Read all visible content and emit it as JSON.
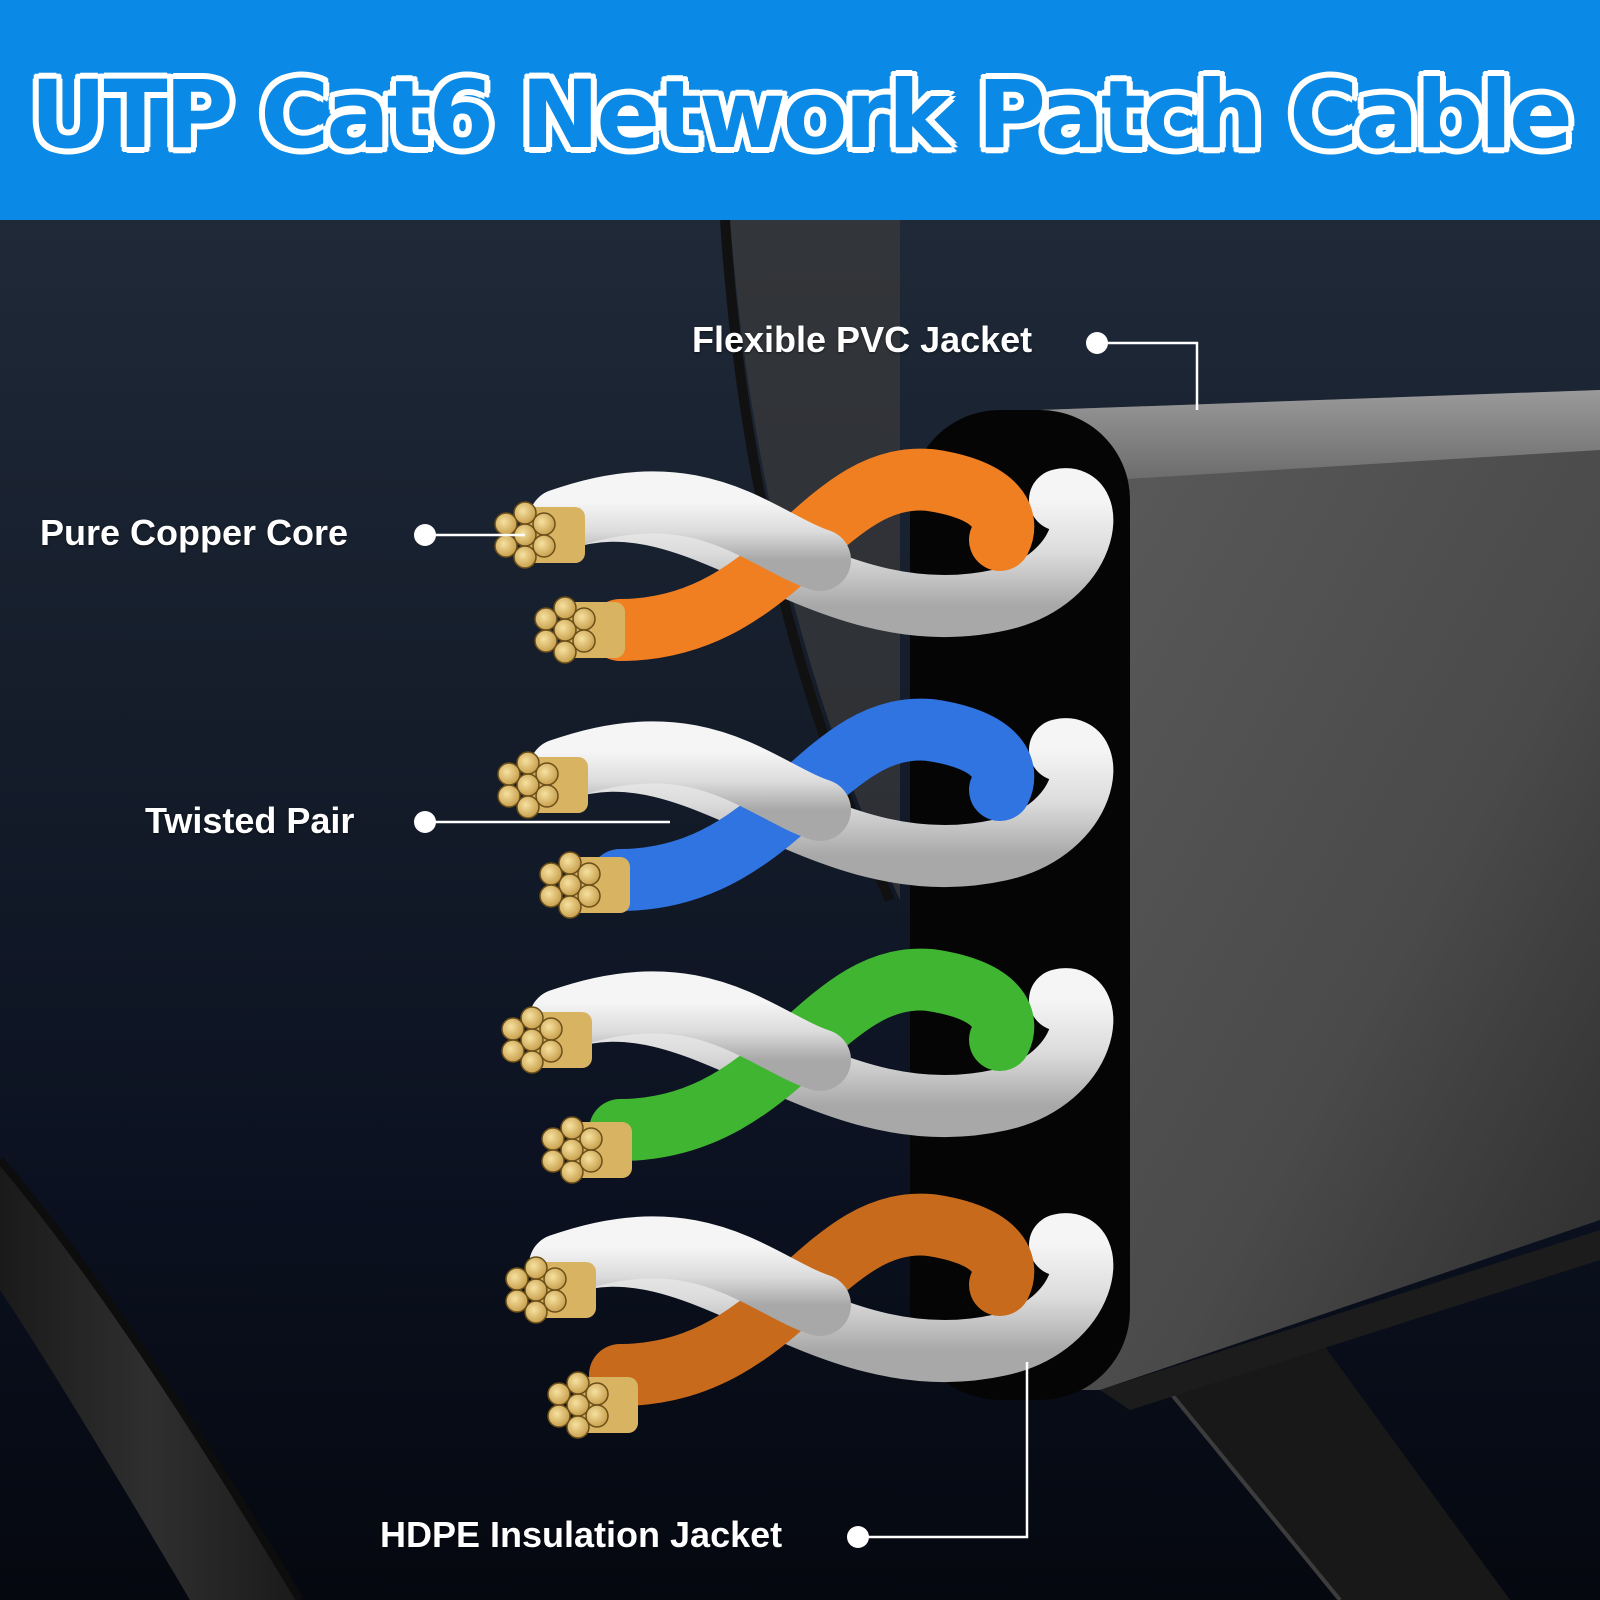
{
  "header": {
    "title": "UTP Cat6 Network Patch Cable",
    "background_color": "#0a8ae6",
    "text_outline_color": "#ffffff"
  },
  "callouts": [
    {
      "id": "jacket",
      "label": "Flexible PVC Jacket"
    },
    {
      "id": "copper",
      "label": "Pure Copper Core"
    },
    {
      "id": "twisted",
      "label": "Twisted Pair"
    },
    {
      "id": "insulation",
      "label": "HDPE Insulation Jacket"
    }
  ],
  "wire_pairs": [
    {
      "color_name": "orange",
      "color": "#f07f22",
      "partner": "white"
    },
    {
      "color_name": "blue",
      "color": "#2f74e0",
      "partner": "white"
    },
    {
      "color_name": "green",
      "color": "#3fb531",
      "partner": "white"
    },
    {
      "color_name": "brown",
      "color": "#c86a1c",
      "partner": "white"
    }
  ],
  "colors": {
    "background_top": "#1f2937",
    "background_bottom": "#05080f",
    "cable_jacket": "#4a4a4a",
    "copper": "#e0c27a",
    "white_wire": "#d8d8d8"
  }
}
